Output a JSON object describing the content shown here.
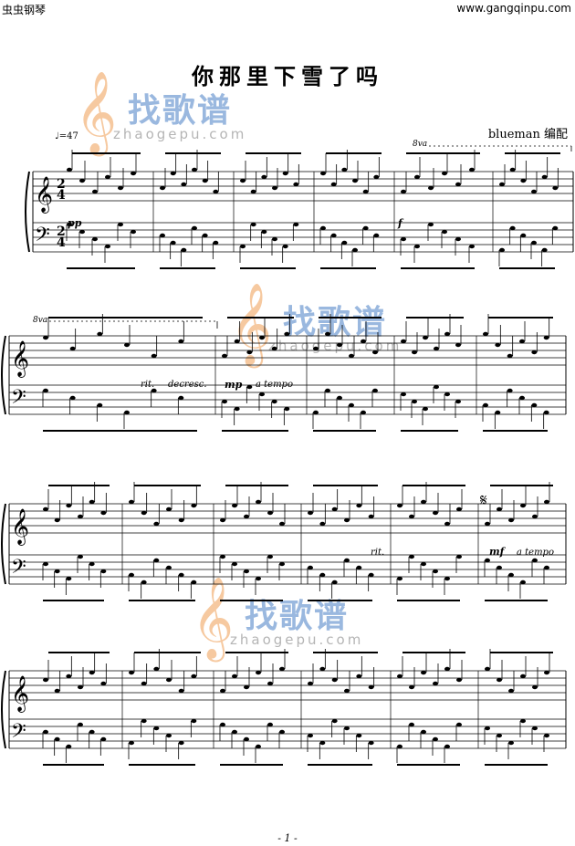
{
  "header": {
    "left_text": "虫虫钢琴",
    "right_text": "www.gangqinpu.com"
  },
  "title": "你那里下雪了吗",
  "arranger": "blueman 编配",
  "watermark": {
    "text_cn": "找歌谱",
    "text_url": "zhaogepu.com"
  },
  "score": {
    "tempo": "♩=47",
    "time_signature": "2/4",
    "ottava_label": "8va",
    "segno": "𝄋",
    "markings": {
      "pp": "pp",
      "f": "f",
      "rit_decresc_1": "rit.",
      "rit_decresc_2": "decresc.",
      "mp": "mp",
      "a_tempo_1": "a tempo",
      "rit_2": "rit.",
      "mf": "mf",
      "a_tempo_2": "a tempo"
    }
  },
  "footer": {
    "page_number": "- 1 -"
  }
}
